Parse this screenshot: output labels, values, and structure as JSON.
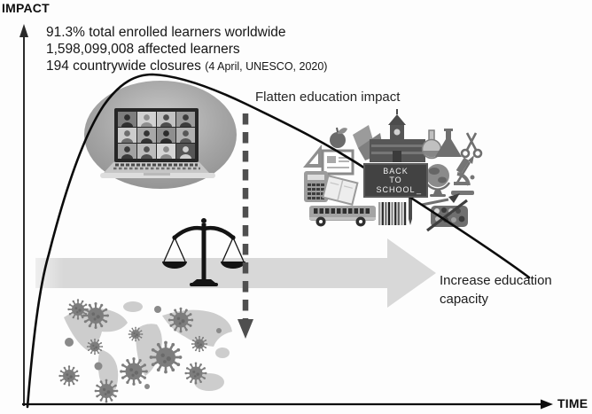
{
  "axes": {
    "y": "IMPACT",
    "x": "TIME"
  },
  "stats": {
    "enrolled": "91.3% total enrolled learners worldwide",
    "affected": "1,598,099,008 affected learners",
    "closures": "194 countrywide closures",
    "closures_source": "(4 April, UNESCO, 2020)"
  },
  "labels": {
    "flatten": "Flatten education impact",
    "increase_line1": "Increase education",
    "increase_line2": "capacity"
  },
  "chalkboard": {
    "line1": "BACK",
    "line2": "TO",
    "line3": "SCHOOL",
    "dash": "_"
  },
  "colors": {
    "curve": "#0b0b0b",
    "dashed_arrow": "#4f4f4f",
    "capacity_arrow_band": "#d8d8d8",
    "chalkboard_bg": "#424242",
    "chalk_text": "#f2f2f2",
    "virus": "#7d7d7d",
    "world_map": "#cdcdcd",
    "balance_scale": "#141414",
    "text": "#1a1a1a"
  },
  "illustrations": {
    "online_learning": "laptop-video-call-grid",
    "pandemic": "virus-world-map",
    "balance": "justice-scale",
    "school_supplies": "back-to-school-cluster"
  }
}
